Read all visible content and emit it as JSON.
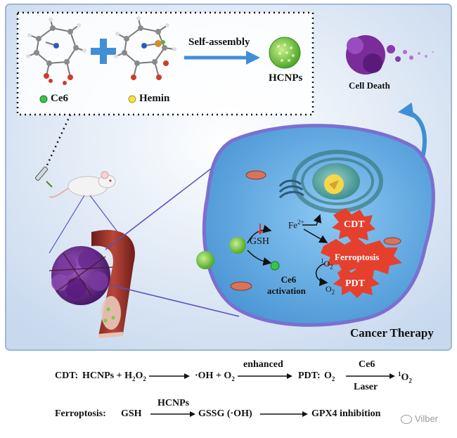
{
  "top_box": {
    "ce6_label": "Ce6",
    "hemin_label": "Hemin",
    "self_assembly": "Self-assembly",
    "product": "HCNPs"
  },
  "cell_death": "Cell Death",
  "cell": {
    "gsh": "GSH",
    "fe2": "Fe",
    "fe2_charge": "2+",
    "cdt": "CDT",
    "ferroptosis": "Ferroptosis",
    "pdt": "PDT",
    "ce6": "Ce6",
    "activation": "activation",
    "singlet_o2_sup": "1",
    "singlet_o2": "O",
    "o2_sub": "2",
    "o2": "O",
    "o2b_sub": "2"
  },
  "cancer_therapy": "Cancer Therapy",
  "equations": {
    "cdt_prefix": "CDT:",
    "cdt_text": "HCNPs + H",
    "cdt_sub": "2",
    "cdt_o": "O",
    "cdt_sub2": "2",
    "oh_o2": "·OH + O",
    "oh_o2_sub": "2",
    "enhanced": "enhanced",
    "pdt_prefix": "PDT:",
    "pdt_o2": "O",
    "pdt_o2_sub": "2",
    "ce6": "Ce6",
    "laser": "Laser",
    "result_sup": "1",
    "result": "O",
    "result_sub": "2",
    "ferro_prefix": "Ferroptosis:",
    "gsh": "GSH",
    "hcnps": "HCNPs",
    "gssg": "GSSG (·OH)",
    "gpx4": "GPX4 inhibition"
  },
  "watermark": "Vilber",
  "colors": {
    "frame_blue": "#7fa6d6",
    "cell_fill": "#5aa7e0",
    "cell_membrane": "#7b6fd0",
    "arrow_blue": "#3f8fd6",
    "burst_red": "#e5402e",
    "ce6_green": "#39c34a",
    "hemin_yellow": "#f2e24a",
    "tumor_purple": "#6b2c8f",
    "vessel_red": "#8e2a22"
  }
}
